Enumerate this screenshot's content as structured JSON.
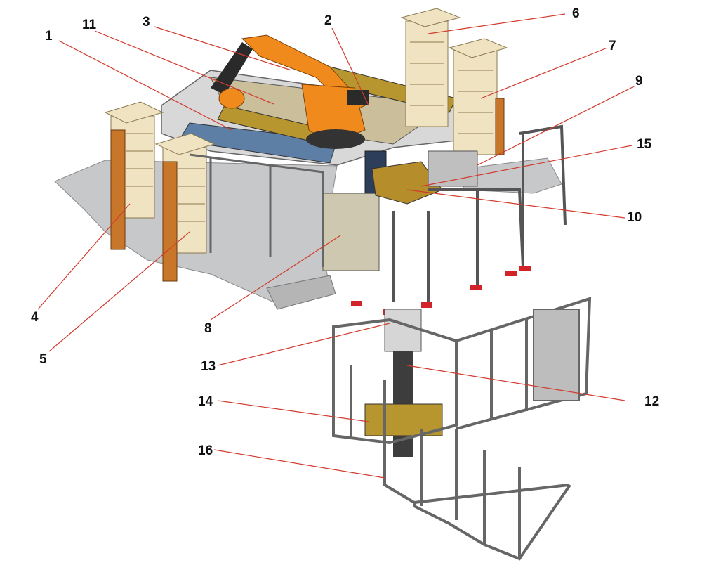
{
  "diagram": {
    "callouts": [
      "1",
      "2",
      "3",
      "4",
      "5",
      "6",
      "7",
      "8",
      "9",
      "10",
      "11",
      "12",
      "13",
      "14",
      "15",
      "16"
    ]
  },
  "colors": {
    "leader_line": "#d23a2e",
    "robot": "#f08a1c",
    "frame": "#6b6f74",
    "magazine": "#efe3c2",
    "base": "#c9c9c9"
  }
}
